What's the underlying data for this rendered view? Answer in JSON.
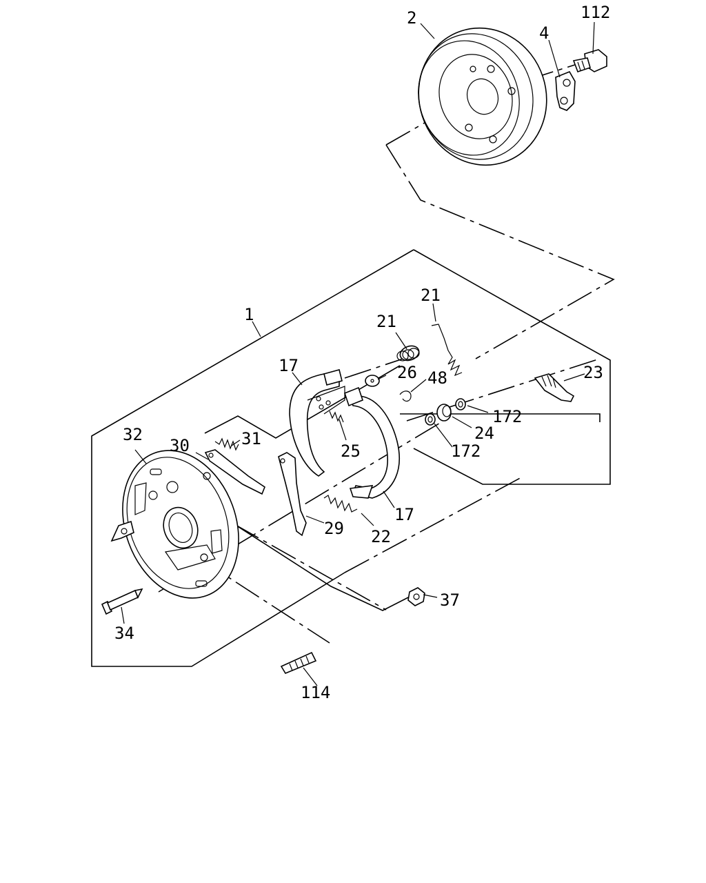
{
  "diagram": {
    "callouts": [
      {
        "id": "c2",
        "text": "2"
      },
      {
        "id": "c4",
        "text": "4"
      },
      {
        "id": "c112",
        "text": "112"
      },
      {
        "id": "c1",
        "text": "1"
      },
      {
        "id": "c21a",
        "text": "21"
      },
      {
        "id": "c21b",
        "text": "21"
      },
      {
        "id": "c17a",
        "text": "17"
      },
      {
        "id": "c26",
        "text": "26"
      },
      {
        "id": "c48",
        "text": "48"
      },
      {
        "id": "c23",
        "text": "23"
      },
      {
        "id": "c172a",
        "text": "172"
      },
      {
        "id": "c24",
        "text": "24"
      },
      {
        "id": "c172b",
        "text": "172"
      },
      {
        "id": "c31",
        "text": "31"
      },
      {
        "id": "c25",
        "text": "25"
      },
      {
        "id": "c32",
        "text": "32"
      },
      {
        "id": "c30",
        "text": "30"
      },
      {
        "id": "c17b",
        "text": "17"
      },
      {
        "id": "c29",
        "text": "29"
      },
      {
        "id": "c22",
        "text": "22"
      },
      {
        "id": "c37",
        "text": "37"
      },
      {
        "id": "c34",
        "text": "34"
      },
      {
        "id": "c114",
        "text": "114"
      }
    ]
  }
}
